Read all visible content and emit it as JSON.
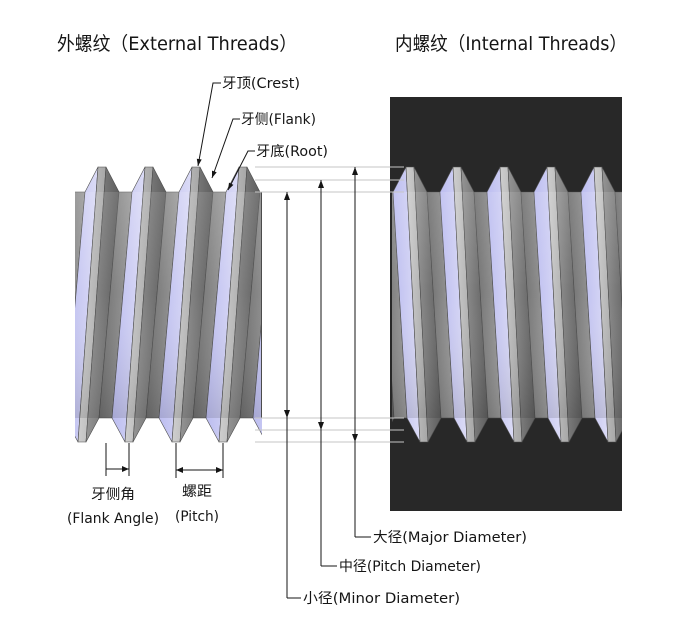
{
  "external": {
    "title": "外螺纹（External Threads）"
  },
  "internal": {
    "title": "内螺纹（Internal Threads）"
  },
  "callouts": {
    "crest": "牙顶(Crest)",
    "flank": "牙侧(Flank)",
    "root": "牙底(Root)"
  },
  "bottom_labels": {
    "flank_angle": {
      "zh": "牙侧角",
      "en": "(Flank Angle)"
    },
    "pitch": {
      "zh": "螺距",
      "en": "(Pitch)"
    }
  },
  "diameters": {
    "major": "大径(Major Diameter)",
    "pitch": "中径(Pitch Diameter)",
    "minor": "小径(Minor Diameter)"
  },
  "colors": {
    "background": "#ffffff",
    "internal_panel": "#282828",
    "flank_lavender": "#c8c9f4",
    "crest_gray": "#b8b8b8",
    "flank_shadow": "#6c6c6c",
    "root_gray": "#858585",
    "dimension_line": "#151515",
    "extension_line": "#c6c6c6"
  }
}
